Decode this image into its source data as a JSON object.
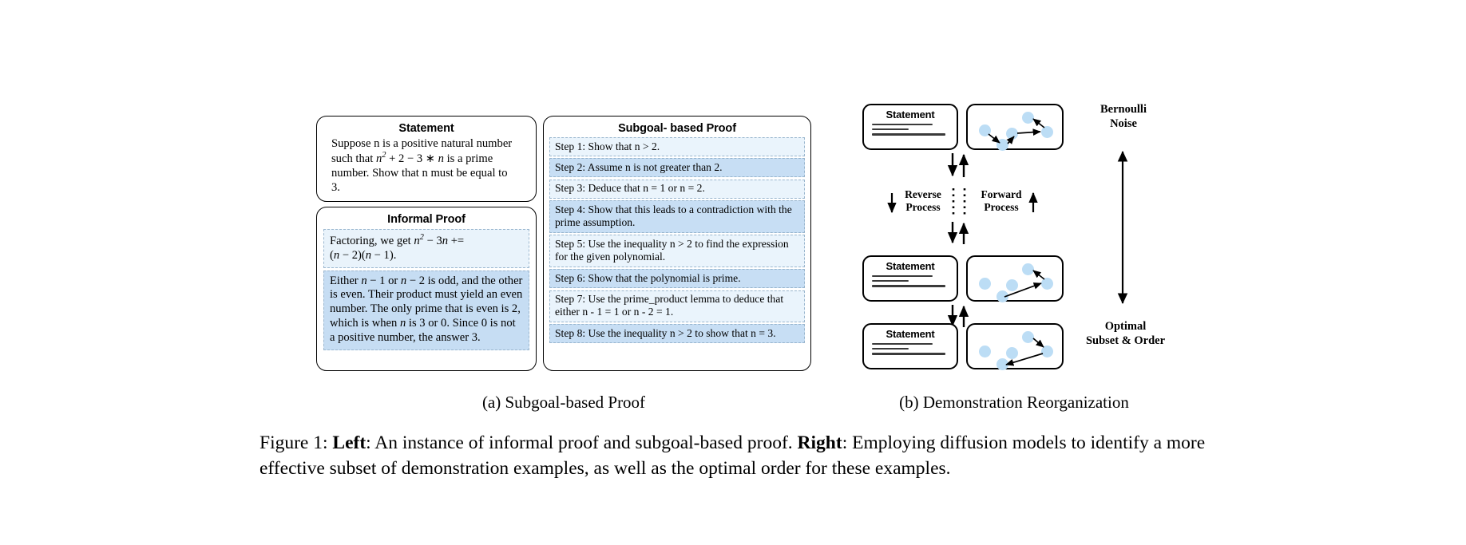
{
  "figure": {
    "subcaption_a": "(a)  Subgoal-based Proof",
    "subcaption_b": "(b)  Demonstration Reorganization",
    "caption_prefix": "Figure 1: ",
    "caption_left_bold": "Left",
    "caption_part1": ": An instance of informal proof and subgoal-based proof. ",
    "caption_right_bold": "Right",
    "caption_part2": ": Employing diffusion models to identify a more effective subset of demonstration examples, as well as the optimal order for these examples."
  },
  "statement": {
    "title": "Statement",
    "line1": "Suppose n is a positive natural number",
    "line2_pre": "such that ",
    "line2_expr_n": "n",
    "line2_expr_sup": "2",
    "line2_expr_mid": " + 2 − 3 ∗ ",
    "line2_expr_n2": "n",
    "line2_post": " is a prime",
    "line3": "number. Show that n must be equal to",
    "line4": "3."
  },
  "informal": {
    "title": "Informal Proof",
    "block1_pre": "Factoring, we get ",
    "block1_n": "n",
    "block1_sup": "2",
    "block1_mid": " − 3",
    "block1_n2": "n",
    "block1_post": " +=",
    "block1_line2_a": "(",
    "block1_line2_n": "n",
    "block1_line2_b": " − 2)(",
    "block1_line2_n2": "n",
    "block1_line2_c": " − 1).",
    "block2_a": "Either ",
    "block2_n1": "n",
    "block2_b": " − 1 or ",
    "block2_n2": "n",
    "block2_c": " − 2 is odd, and the other is even. Their product must yield an even number. The only prime that is even is 2, which is when ",
    "block2_n3": "n",
    "block2_d": " is 3 or 0. Since 0 is not a positive number, the answer 3."
  },
  "subgoal": {
    "title": "Subgoal- based Proof",
    "steps": [
      "Step 1: Show that n > 2.",
      "Step 2: Assume n is not greater than 2.",
      "Step 3: Deduce that n = 1 or n = 2.",
      "Step 4: Show that this leads to a contradiction with the prime assumption.",
      "Step 5: Use the inequality n > 2 to find the expression for the given polynomial.",
      "Step 6: Show that the polynomial is prime.",
      "Step 7: Use the prime_product lemma to deduce that either n - 1 = 1 or n - 2 = 1.",
      "Step 8: Use the inequality n > 2 to show that n = 3."
    ]
  },
  "diagram": {
    "statement_label": "Statement",
    "reverse_process": "Reverse\nProcess",
    "forward_process": "Forward\nProcess",
    "bernoulli_noise": "Bernoulli\nNoise",
    "optimal_subset": "Optimal\nSubset & Order",
    "node_color": "#bcddf5",
    "rows": [
      {
        "name": "top-row"
      },
      {
        "name": "middle-row"
      },
      {
        "name": "bottom-row"
      }
    ]
  }
}
